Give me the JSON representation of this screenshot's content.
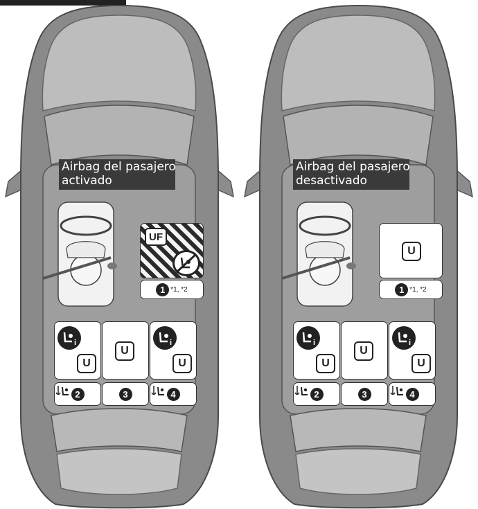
{
  "panels": [
    {
      "label_line1": "Airbag del pasajero",
      "label_line2": "activado",
      "front_badge": "UF",
      "front_state": "activado",
      "front_num": "1",
      "front_note": "*1, *2",
      "rear": [
        {
          "badge": "U",
          "num": "2",
          "isofix": true
        },
        {
          "badge": "U",
          "num": "3",
          "isofix": false
        },
        {
          "badge": "U",
          "num": "4",
          "isofix": true
        }
      ]
    },
    {
      "label_line1": "Airbag del pasajero",
      "label_line2": "desactivado",
      "front_badge": "U",
      "front_state": "desactivado",
      "front_num": "1",
      "front_note": "*1, *2",
      "rear": [
        {
          "badge": "U",
          "num": "2",
          "isofix": true
        },
        {
          "badge": "U",
          "num": "3",
          "isofix": false
        },
        {
          "badge": "U",
          "num": "4",
          "isofix": true
        }
      ]
    }
  ],
  "colors": {
    "car_body": "#8a8a8a",
    "car_glass": "#a8a8a8",
    "label_bg": "#3a3a3a",
    "hatch_dark": "#2a2a2a",
    "badge_border": "#222222"
  }
}
